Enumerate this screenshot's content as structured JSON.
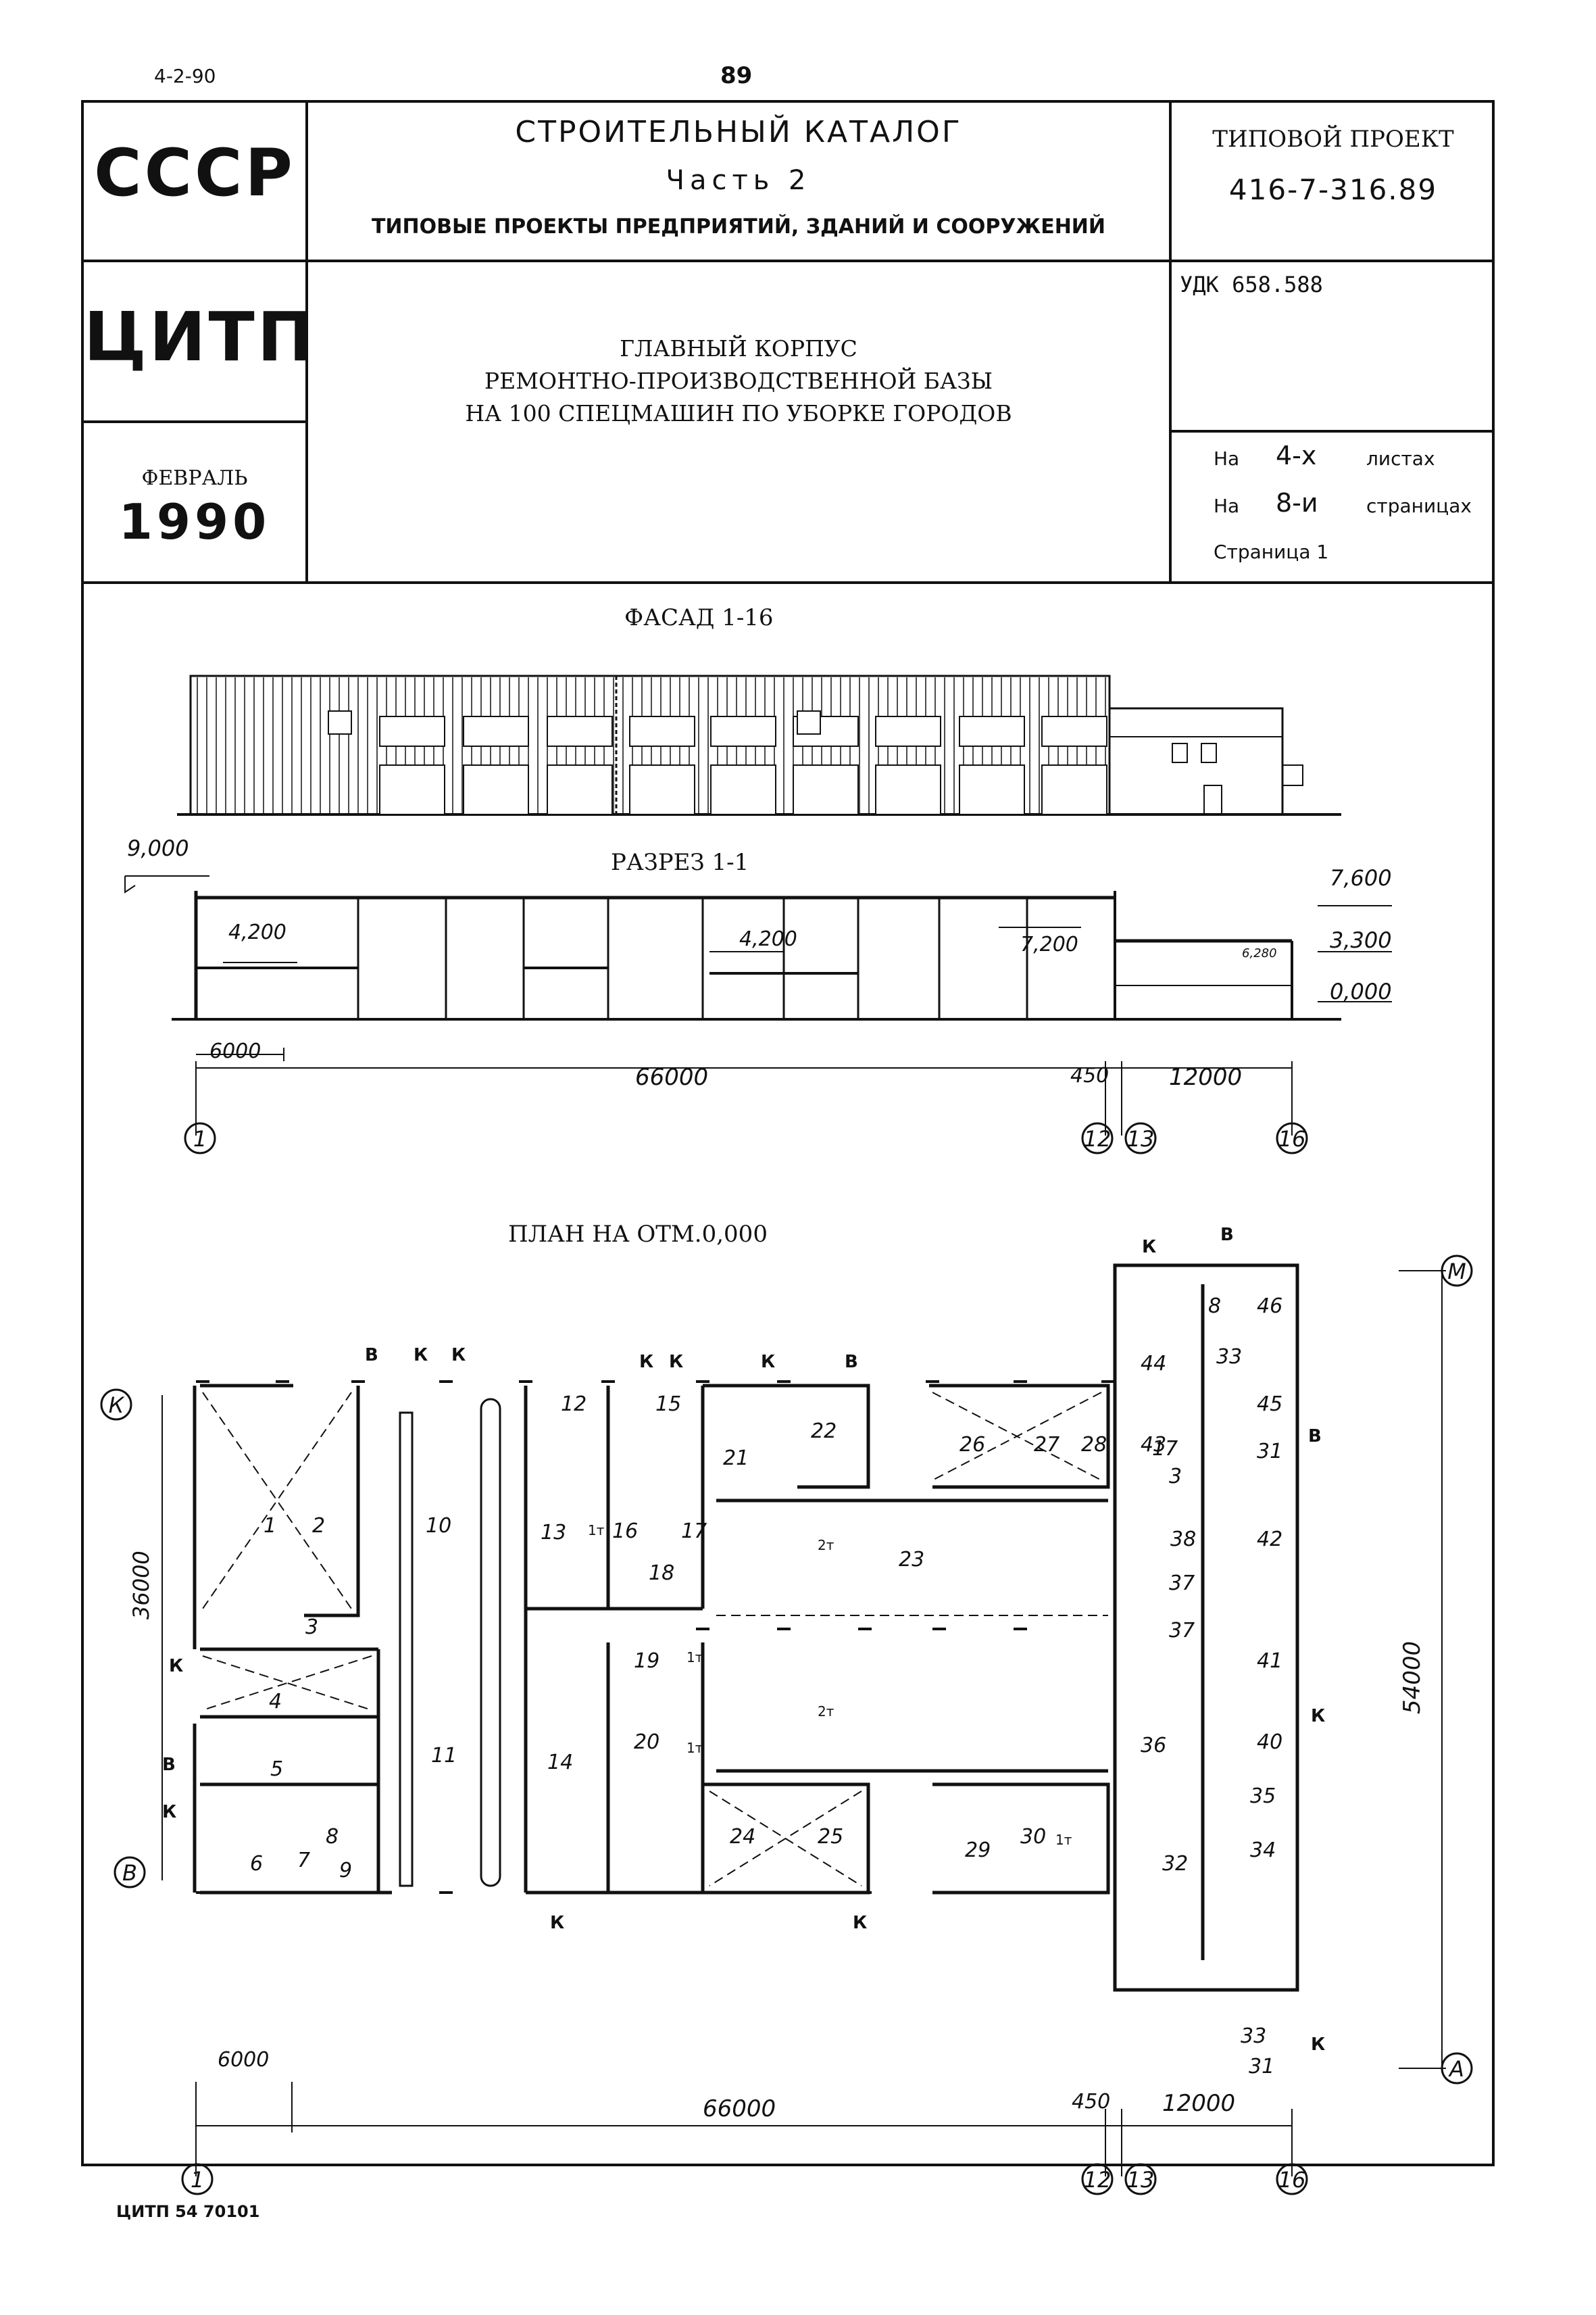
{
  "page": {
    "date": "4-2-90",
    "page_number": "89"
  },
  "header": {
    "org_left_top": "СССР",
    "org_left_mid": "ЦИТП",
    "month": "ФЕВРАЛЬ",
    "year": "1990",
    "catalog_title": "СТРОИТЕЛЬНЫЙ КАТАЛОГ",
    "catalog_part": "Часть 2",
    "catalog_subtitle": "ТИПОВЫЕ ПРОЕКТЫ ПРЕДПРИЯТИЙ, ЗДАНИЙ И СООРУЖЕНИЙ",
    "project_label": "ТИПОВОЙ ПРОЕКТ",
    "project_number": "416-7-316.89",
    "udk": "УДК 658.588",
    "building_title_1": "ГЛАВНЫЙ КОРПУС",
    "building_title_2": "РЕМОНТНО-ПРОИЗВОДСТВЕННОЙ БАЗЫ",
    "building_title_3": "НА 100 СПЕЦМАШИН ПО УБОРКЕ ГОРОДОВ",
    "sheets_prefix": "На",
    "sheets_count": "4-х",
    "sheets_word": "листах",
    "pages_prefix": "На",
    "pages_count": "8-и",
    "pages_word": "страницах",
    "page_label": "Страница 1"
  },
  "drawings": {
    "facade_title": "ФАСАД 1-16",
    "section_title": "РАЗРЕЗ 1-1",
    "plan_title": "ПЛАН НА ОТМ.0,000",
    "elevations": {
      "left_top": "9,000",
      "right_top": "7,600",
      "right_mid": "3,300",
      "right_low": "0,000",
      "in_1": "4,200",
      "in_2": "4,200",
      "in_3": "7,200",
      "in_4": "6,280"
    },
    "dimensions": {
      "bay": "6000",
      "main_length": "66000",
      "joint": "450",
      "annex_length": "12000",
      "plan_width_left": "36000",
      "plan_width_right": "54000"
    },
    "axes_section": [
      "1",
      "12",
      "13",
      "16"
    ],
    "axes_plan_bottom": [
      "1",
      "12",
      "13",
      "16"
    ],
    "axes_plan_side": [
      "К",
      "В",
      "М",
      "А"
    ],
    "room_numbers": [
      "1",
      "2",
      "3",
      "4",
      "5",
      "6",
      "7",
      "8",
      "9",
      "10",
      "11",
      "12",
      "13",
      "14",
      "15",
      "16",
      "17",
      "18",
      "19",
      "20",
      "21",
      "22",
      "23",
      "24",
      "25",
      "26",
      "27",
      "28",
      "29",
      "30",
      "31",
      "32",
      "33",
      "34",
      "35",
      "36",
      "37",
      "38",
      "40",
      "41",
      "42",
      "43",
      "44",
      "45",
      "46",
      "3",
      "8",
      "31",
      "33",
      "37",
      "17"
    ],
    "utility_marks": [
      "В",
      "К",
      "К",
      "К",
      "К",
      "К",
      "В",
      "К",
      "В",
      "К",
      "К",
      "К",
      "К",
      "В",
      "В",
      "К",
      "К"
    ],
    "crane_marks": [
      "1т",
      "1т",
      "1т",
      "1т",
      "2т",
      "2т"
    ]
  },
  "footer": {
    "code": "ЦИТП 54 70101"
  }
}
